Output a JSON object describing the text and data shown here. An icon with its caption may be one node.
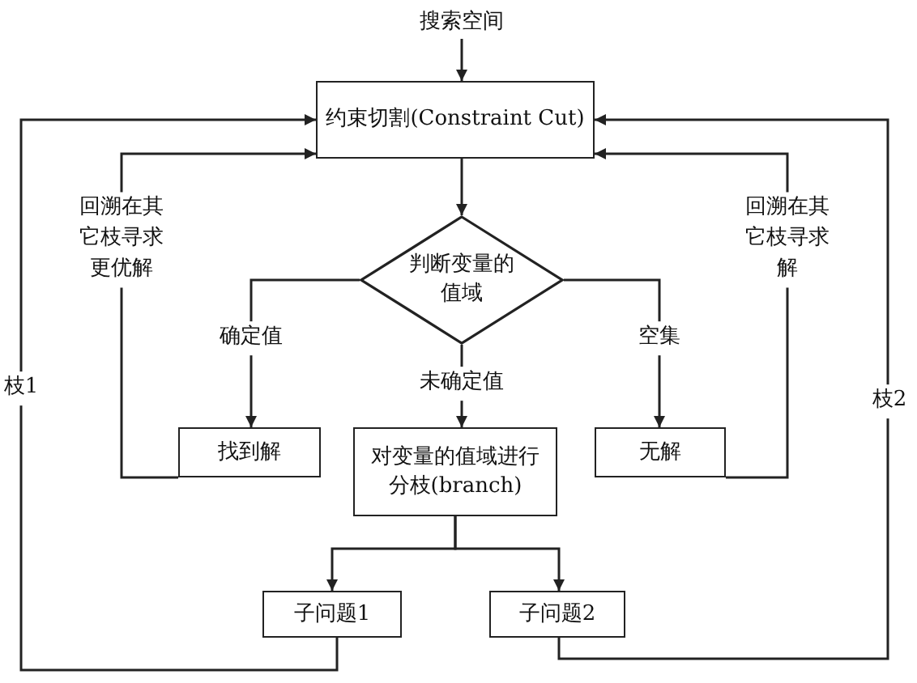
{
  "diagram": {
    "nodes": [
      {
        "text": [
          "搜索空间"
        ]
      },
      {
        "text": [
          "约束切割(Constraint Cut)"
        ]
      },
      {
        "text": [
          "判断变量的值域"
        ]
      },
      {
        "text": [
          "找到解"
        ]
      },
      {
        "text": [
          "对变量的值域进行分枝(branch)"
        ]
      },
      {
        "text": [
          "无解"
        ]
      },
      {
        "text": [
          "子问题1"
        ]
      },
      {
        "text": [
          "子问题2"
        ]
      }
    ],
    "edges": [
      {
        "from": 0,
        "to": 1,
        "arrow": "to"
      },
      {
        "from": 1,
        "to": 2,
        "arrow": "to"
      },
      {
        "from": 2,
        "to": 3,
        "arrow": "to",
        "label": "确定值"
      },
      {
        "from": 2,
        "to": 4,
        "arrow": "to",
        "label": "未确定值"
      },
      {
        "from": 2,
        "to": 5,
        "arrow": "to",
        "label": "空集"
      },
      {
        "from": 3,
        "to": 1,
        "arrow": "to",
        "label": "回溯在其它枝寻求更优解"
      },
      {
        "from": 5,
        "to": 1,
        "arrow": "to",
        "label": "回溯在其它枝寻求解"
      },
      {
        "from": 4,
        "to": 6,
        "arrow": "to"
      },
      {
        "from": 4,
        "to": 7,
        "arrow": "to"
      },
      {
        "from": 6,
        "to": 1,
        "arrow": "to",
        "label": "枝1"
      },
      {
        "from": 7,
        "to": 1,
        "arrow": "to",
        "label": "枝2"
      }
    ]
  }
}
